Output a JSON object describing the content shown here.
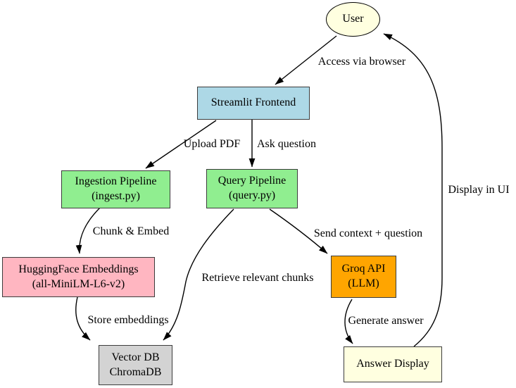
{
  "diagram": {
    "nodes": {
      "user": {
        "label": "User",
        "fill": "#FFFFE0",
        "shape": "ellipse"
      },
      "frontend": {
        "label": "Streamlit Frontend",
        "fill": "#ADD8E6",
        "shape": "box"
      },
      "ingestion": {
        "line1": "Ingestion Pipeline",
        "line2": "(ingest.py)",
        "fill": "#90EE90",
        "shape": "box"
      },
      "query": {
        "line1": "Query Pipeline",
        "line2": "(query.py)",
        "fill": "#90EE90",
        "shape": "box"
      },
      "embeddings": {
        "line1": "HuggingFace Embeddings",
        "line2": "(all-MiniLM-L6-v2)",
        "fill": "#FFB6C1",
        "shape": "box"
      },
      "vectordb": {
        "line1": "Vector DB",
        "line2": "ChromaDB",
        "fill": "#D3D3D3",
        "shape": "box"
      },
      "groq": {
        "line1": "Groq API",
        "line2": "(LLM)",
        "fill": "#FFA500",
        "shape": "box"
      },
      "answer": {
        "label": "Answer Display",
        "fill": "#FFFFE0",
        "shape": "box"
      }
    },
    "edges": [
      {
        "from": "user",
        "to": "frontend",
        "label": "Access via browser"
      },
      {
        "from": "frontend",
        "to": "ingestion",
        "label": "Upload PDF"
      },
      {
        "from": "frontend",
        "to": "query",
        "label": "Ask question"
      },
      {
        "from": "ingestion",
        "to": "embeddings",
        "label": "Chunk & Embed"
      },
      {
        "from": "embeddings",
        "to": "vectordb",
        "label": "Store embeddings"
      },
      {
        "from": "query",
        "to": "vectordb",
        "label": "Retrieve relevant chunks"
      },
      {
        "from": "query",
        "to": "groq",
        "label": "Send context + question"
      },
      {
        "from": "groq",
        "to": "answer",
        "label": "Generate answer"
      },
      {
        "from": "answer",
        "to": "user",
        "label": "Display in UI"
      }
    ],
    "colors": {
      "edge_stroke": "#000000",
      "node_border": "#3c3c3c",
      "background": "#ffffff"
    }
  }
}
